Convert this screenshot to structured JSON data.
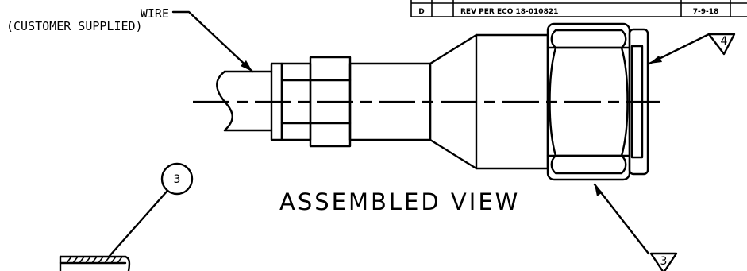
{
  "revision_table": {
    "rev": "D",
    "description": "REV PER ECO 18-010821",
    "date": "7-9-18"
  },
  "labels": {
    "wire_line1": "WIRE",
    "wire_line2": "(CUSTOMER SUPPLIED)",
    "view_title": "ASSEMBLED VIEW"
  },
  "callouts": {
    "balloon_item": "3",
    "flag_top": "4",
    "flag_bottom": "3"
  }
}
